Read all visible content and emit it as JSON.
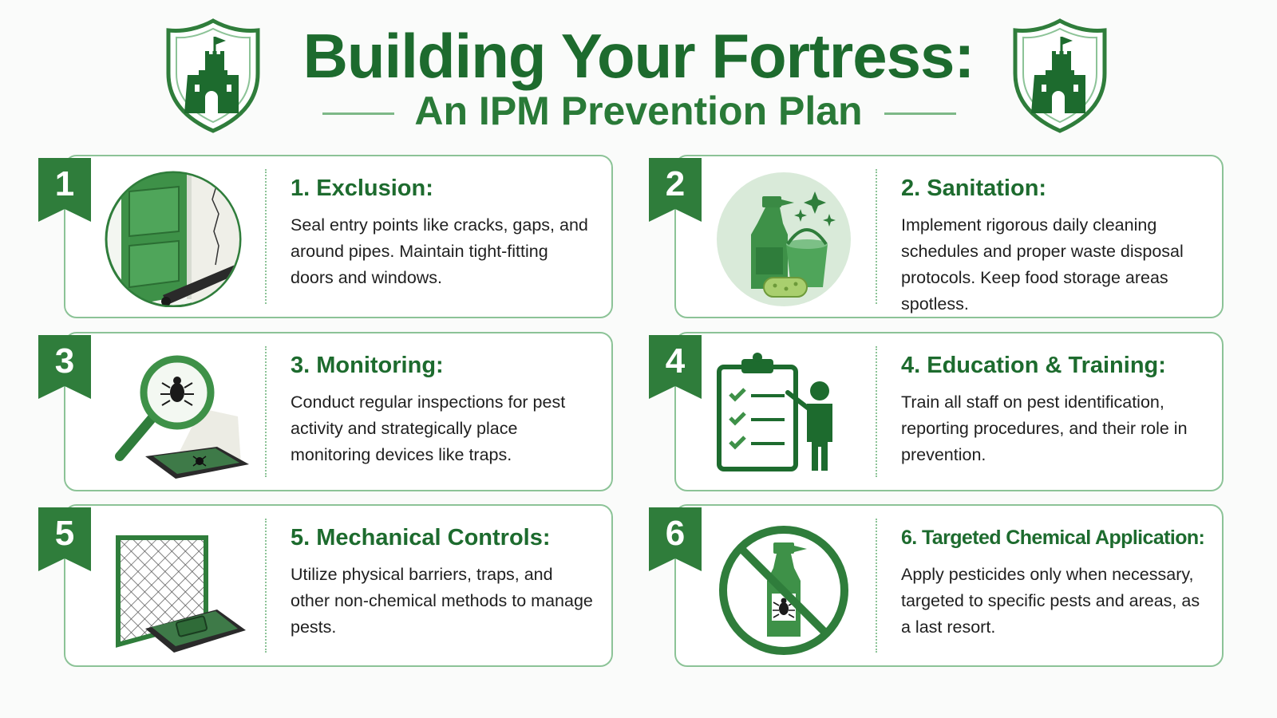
{
  "header": {
    "title": "Building Your Fortress:",
    "subtitle": "An IPM Prevention Plan",
    "emblem_icon": "castle-shield-icon"
  },
  "colors": {
    "primary_green": "#1d6b2e",
    "accent_green": "#2f7d3b",
    "light_green": "#8cc397",
    "pale_green": "#e6f1e7"
  },
  "steps": [
    {
      "number": "1",
      "title": "1. Exclusion:",
      "description": "Seal entry points like cracks, gaps, and around pipes. Maintain tight-fitting doors and windows.",
      "icon": "door-sweep-icon"
    },
    {
      "number": "2",
      "title": "2. Sanitation:",
      "description": "Implement rigorous daily cleaning schedules and proper waste disposal protocols. Keep food storage areas spotless.",
      "icon": "cleaning-supplies-icon"
    },
    {
      "number": "3",
      "title": "3. Monitoring:",
      "description": "Conduct regular inspections for pest activity and strategically place monitoring devices like traps.",
      "icon": "magnifier-trap-icon"
    },
    {
      "number": "4",
      "title": "4. Education & Training:",
      "description": "Train all staff on pest identification, reporting procedures, and their role in prevention.",
      "icon": "checklist-trainer-icon"
    },
    {
      "number": "5",
      "title": "5. Mechanical Controls:",
      "description": "Utilize physical barriers, traps, and other non-chemical methods to manage pests.",
      "icon": "mesh-barrier-trap-icon"
    },
    {
      "number": "6",
      "title": "6. Targeted Chemical Application:",
      "description": "Apply pesticides only when necessary, targeted to specific pests and areas, as a last resort.",
      "icon": "no-spray-icon"
    }
  ]
}
